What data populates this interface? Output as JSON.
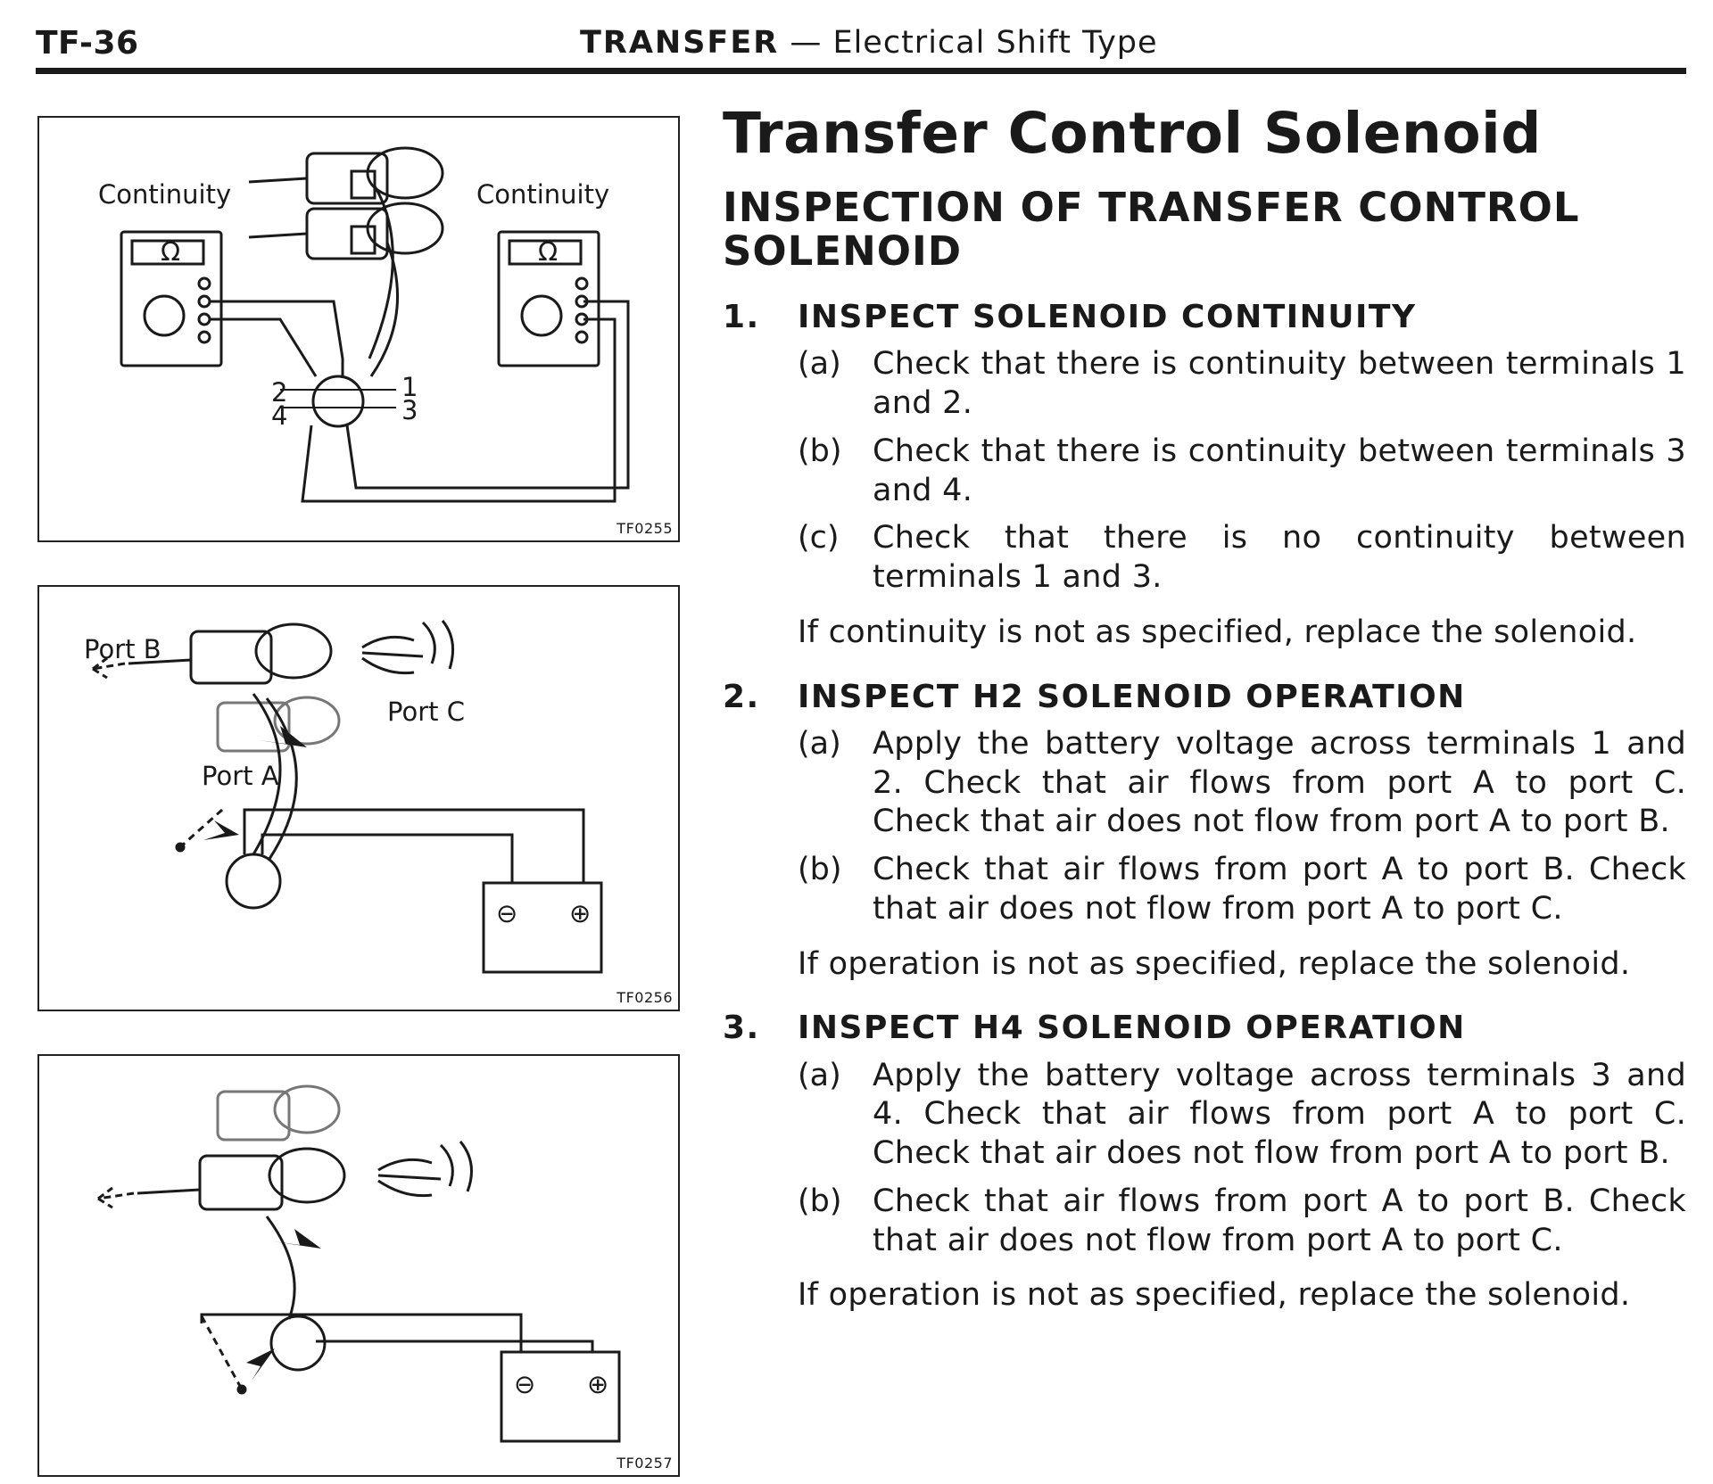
{
  "header": {
    "page_number": "TF-36",
    "section": "TRANSFER",
    "separator": "—",
    "subsection": "Electrical Shift Type"
  },
  "title": "Transfer Control Solenoid",
  "subtitle": "INSPECTION OF TRANSFER CONTROL SOLENOID",
  "figures": [
    {
      "code": "TF0255",
      "labels": {
        "left_meter": "Continuity",
        "right_meter": "Continuity",
        "ohm_symbol": "Ω",
        "t1": "1",
        "t2": "2",
        "t3": "3",
        "t4": "4"
      }
    },
    {
      "code": "TF0256",
      "labels": {
        "port_b": "Port B",
        "port_c": "Port C",
        "port_a": "Port A",
        "neg": "⊖",
        "pos": "⊕"
      }
    },
    {
      "code": "TF0257",
      "labels": {
        "neg": "⊖",
        "pos": "⊕"
      }
    }
  ],
  "steps": [
    {
      "number": "1.",
      "heading": "INSPECT SOLENOID CONTINUITY",
      "items": [
        {
          "letter": "(a)",
          "text": "Check that there is continuity between terminals 1 and 2."
        },
        {
          "letter": "(b)",
          "text": "Check that there is continuity between terminals 3 and 4."
        },
        {
          "letter": "(c)",
          "text": "Check that there is no continuity between terminals 1 and 3."
        }
      ],
      "note": "If continuity is not as specified, replace the solenoid."
    },
    {
      "number": "2.",
      "heading": "INSPECT H2 SOLENOID OPERATION",
      "items": [
        {
          "letter": "(a)",
          "text": "Apply the battery voltage across terminals 1 and 2. Check that air flows from port A to port C. Check that air does not flow from port A to port B."
        },
        {
          "letter": "(b)",
          "text": "Check that air flows from port A to port B. Check that air does not flow from port A to port C."
        }
      ],
      "note": "If operation is not as specified, replace the solenoid."
    },
    {
      "number": "3.",
      "heading": "INSPECT H4 SOLENOID OPERATION",
      "items": [
        {
          "letter": "(a)",
          "text": "Apply the battery voltage across terminals 3 and 4. Check that air flows from port A to port C. Check that air does not flow from port A to port B."
        },
        {
          "letter": "(b)",
          "text": "Check that air flows from port A to port B. Check that air does not flow from port A to port C."
        }
      ],
      "note": "If operation is not as specified, replace the solenoid."
    }
  ]
}
